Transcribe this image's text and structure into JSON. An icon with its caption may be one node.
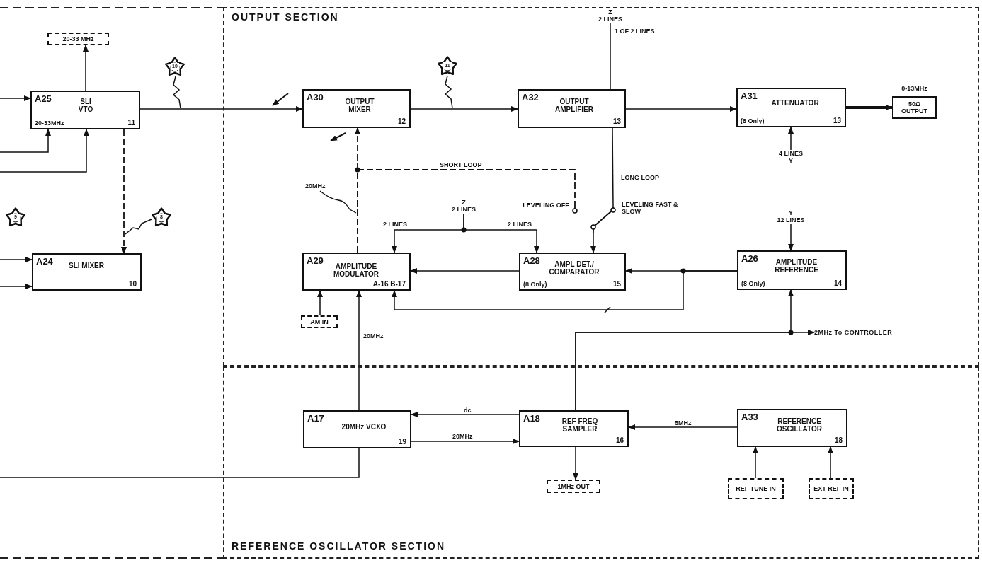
{
  "diagram": {
    "nodes": [
      {
        "text": [
          "OUTPUT SECTION"
        ]
      },
      {
        "text": [
          "20-33 MHz"
        ]
      },
      {
        "text": [
          "A25",
          "SLI VTO",
          "20-33MHz",
          "11"
        ]
      },
      {
        "text": [
          "A24",
          "SLI MIXER",
          "10"
        ]
      },
      {
        "text": [
          "A30",
          "OUTPUT MIXER",
          "12"
        ],
        "in": 0
      },
      {
        "text": [
          "A32",
          "OUTPUT AMPLIFIER",
          "13"
        ],
        "in": 0
      },
      {
        "text": [
          "A31",
          "ATTENUATOR",
          "(8 Only)",
          "13"
        ],
        "in": 0
      },
      {
        "text": [
          "50Ω OUTPUT"
        ],
        "beside": [
          "0-13MHz"
        ],
        "in": 0
      },
      {
        "text": [
          "A29",
          "AMPLITUDE MODULATOR",
          "A-16 B-17"
        ],
        "in": 0
      },
      {
        "text": [
          "A28",
          "AMPL DET./ COMPARATOR",
          "(8 Only)",
          "15"
        ],
        "in": 0
      },
      {
        "text": [
          "A26",
          "AMPLITUDE REFERENCE",
          "(8 Only)",
          "14"
        ],
        "in": 0
      },
      {
        "text": [
          "AM IN"
        ],
        "in": 0
      },
      {
        "text": [
          "REFERENCE OSCILLATOR SECTION"
        ]
      },
      {
        "text": [
          "A17",
          "20MHz VCXO",
          "19"
        ],
        "in": 12
      },
      {
        "text": [
          "A18",
          "REF FREQ SAMPLER",
          "16"
        ],
        "in": 12
      },
      {
        "text": [
          "A33",
          "REFERENCE OSCILLATOR",
          "18"
        ],
        "in": 12
      },
      {
        "text": [
          "1MHz OUT"
        ],
        "in": 12
      },
      {
        "text": [
          "REF TUNE IN"
        ],
        "in": 12
      },
      {
        "text": [
          "EXT REF IN"
        ],
        "in": 12
      },
      {
        "text": [],
        "shape": "switch",
        "in": 0
      },
      {
        "text": [
          "2MHz To CONTROLLER"
        ],
        "in": 0
      },
      {
        "text": [
          "10"
        ]
      },
      {
        "text": [
          "11"
        ],
        "in": 0
      },
      {
        "text": [
          "9"
        ]
      },
      {
        "text": [
          "8"
        ]
      },
      {
        "text": [
          "Z",
          "2 LINES"
        ],
        "in": 0
      },
      {
        "text": [
          "4 LINES",
          "Y"
        ],
        "in": 0
      },
      {
        "text": [
          "Z",
          "2 LINES"
        ],
        "in": 0
      },
      {
        "text": [
          "Y",
          "12 LINES"
        ],
        "in": 0
      }
    ],
    "edges": [
      {
        "from": null,
        "to": 2,
        "arrow": "to"
      },
      {
        "from": null,
        "to": 2,
        "arrow": "to"
      },
      {
        "from": null,
        "to": 2,
        "arrow": "to"
      },
      {
        "from": 2,
        "to": 1,
        "arrow": "to"
      },
      {
        "from": 2,
        "to": 4,
        "arrow": "to"
      },
      {
        "from": 2,
        "to": 3,
        "arrow": "to",
        "style": "dashed"
      },
      {
        "from": null,
        "to": 3,
        "arrow": "to"
      },
      {
        "from": null,
        "to": 3,
        "arrow": "to"
      },
      {
        "from": 4,
        "to": 5,
        "arrow": "to"
      },
      {
        "from": 5,
        "to": 6,
        "arrow": "to"
      },
      {
        "from": 6,
        "to": 7,
        "arrow": "to",
        "style": "thick"
      },
      {
        "from": 25,
        "to": 5,
        "arrow": "none"
      },
      {
        "from": 26,
        "to": 6,
        "arrow": "to"
      },
      {
        "from": 8,
        "to": 4,
        "arrow": "to",
        "label": "20MHz",
        "style": "dashed"
      },
      {
        "from": 8,
        "to": 19,
        "arrow": "none",
        "label": "SHORT LOOP",
        "style": "dashed"
      },
      {
        "from": 5,
        "to": 19,
        "arrow": "none",
        "label": "LONG LOOP"
      },
      {
        "from": 19,
        "to": 9,
        "arrow": "to"
      },
      {
        "from": 27,
        "to": 8,
        "arrow": "to",
        "label": "2 LINES"
      },
      {
        "from": 27,
        "to": 9,
        "arrow": "to",
        "label": "2 LINES"
      },
      {
        "from": 9,
        "to": 8,
        "arrow": "to"
      },
      {
        "from": 10,
        "to": 9,
        "arrow": "to"
      },
      {
        "from": 10,
        "to": 8,
        "arrow": "to"
      },
      {
        "from": 28,
        "to": 10,
        "arrow": "to"
      },
      {
        "from": 11,
        "to": 8,
        "arrow": "to"
      },
      {
        "from": 13,
        "to": 8,
        "arrow": "to",
        "label": "20MHz"
      },
      {
        "from": 14,
        "to": 10,
        "arrow": "to"
      },
      {
        "from": 14,
        "to": 20,
        "arrow": "to"
      },
      {
        "from": 14,
        "to": 13,
        "arrow": "to",
        "label": "dc"
      },
      {
        "from": 13,
        "to": 14,
        "arrow": "to",
        "label": "20MHz"
      },
      {
        "from": 15,
        "to": 14,
        "arrow": "to",
        "label": "5MHz"
      },
      {
        "from": 14,
        "to": 16,
        "arrow": "to"
      },
      {
        "from": 17,
        "to": 15,
        "arrow": "to"
      },
      {
        "from": 18,
        "to": 15,
        "arrow": "to"
      },
      {
        "from": 13,
        "to": null,
        "arrow": "none"
      },
      {
        "from": 21,
        "to": null,
        "arrow": "none"
      },
      {
        "from": 22,
        "to": null,
        "arrow": "none"
      },
      {
        "from": 24,
        "to": null,
        "arrow": "none"
      }
    ],
    "labels": [
      "1 OF 2 LINES",
      "LEVELING OFF",
      "LEVELING FAST & SLOW"
    ]
  }
}
